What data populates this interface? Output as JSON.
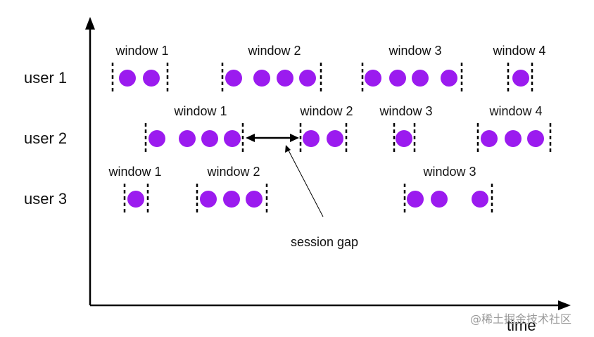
{
  "colors": {
    "dot": "#9B1BEF",
    "line": "#000000",
    "text": "#111111"
  },
  "axis": {
    "x_label": "time"
  },
  "annotation": {
    "label": "session gap"
  },
  "watermark": "@稀土掘金技术社区",
  "rows": [
    {
      "label": "user 1",
      "windows": [
        {
          "label": "window 1",
          "dots": 2
        },
        {
          "label": "window 2",
          "dots": 4
        },
        {
          "label": "window 3",
          "dots": 4
        },
        {
          "label": "window 4",
          "dots": 1
        }
      ]
    },
    {
      "label": "user 2",
      "windows": [
        {
          "label": "window 1",
          "dots": 4
        },
        {
          "label": "window 2",
          "dots": 2
        },
        {
          "label": "window 3",
          "dots": 1
        },
        {
          "label": "window 4",
          "dots": 3
        }
      ]
    },
    {
      "label": "user 3",
      "windows": [
        {
          "label": "window 1",
          "dots": 1
        },
        {
          "label": "window 2",
          "dots": 3
        },
        {
          "label": "window 3",
          "dots": 3
        }
      ]
    }
  ]
}
